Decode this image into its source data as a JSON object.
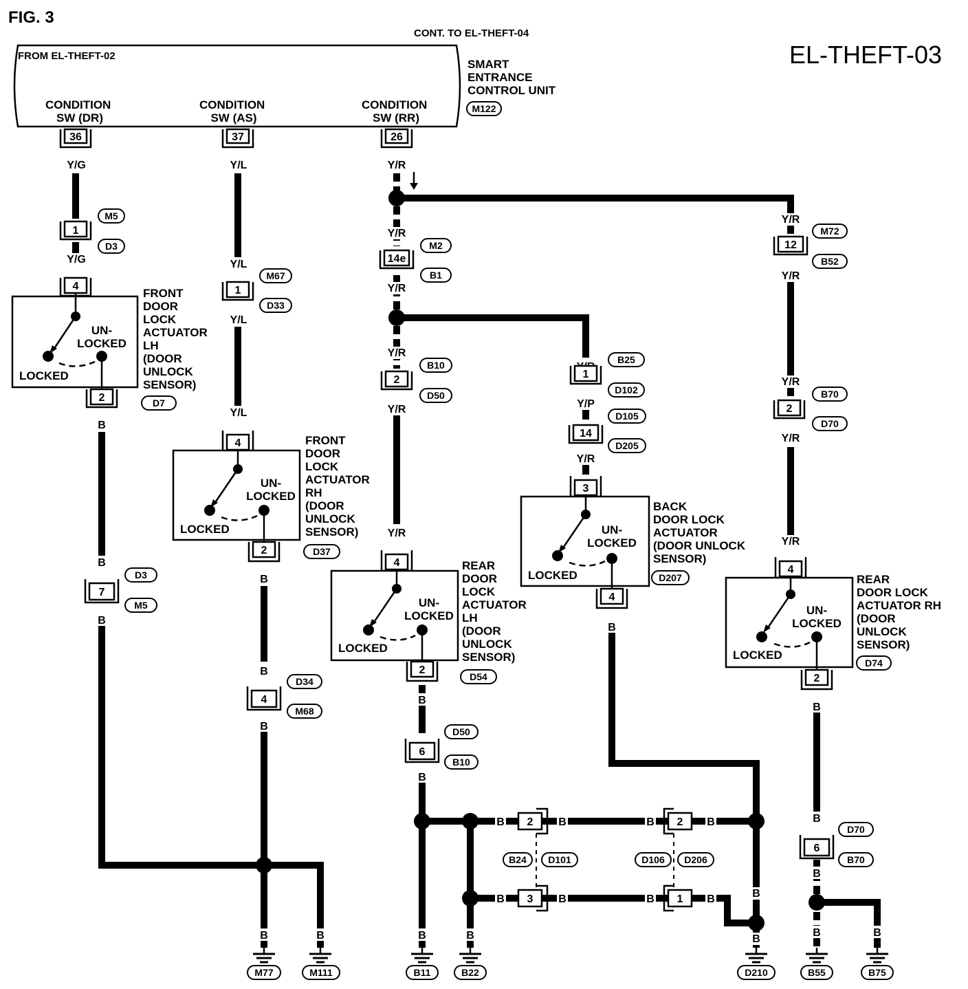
{
  "figure_label": "FIG. 3",
  "page_code": "EL-THEFT-03",
  "top_note": "CONT. TO EL-THEFT-04",
  "from_note": "FROM EL-THEFT-02",
  "unit": {
    "name_lines": [
      "SMART",
      "ENTRANCE",
      "CONTROL UNIT"
    ],
    "code": "M122",
    "terminals": [
      {
        "pin": "36",
        "label_lines": [
          "CONDITION",
          "SW (DR)"
        ]
      },
      {
        "pin": "37",
        "label_lines": [
          "CONDITION",
          "SW (AS)"
        ]
      },
      {
        "pin": "26",
        "label_lines": [
          "CONDITION",
          "SW (RR)"
        ]
      }
    ]
  },
  "actuators": [
    {
      "name_lines": [
        "FRONT",
        "DOOR",
        "LOCK",
        "ACTUATOR",
        "LH",
        "(DOOR",
        "UNLOCK",
        "SENSOR)"
      ],
      "code": "D7",
      "top_pin": "4",
      "bottom_pin": "2",
      "locked": "LOCKED",
      "unlocked_lines": [
        "UN-",
        "LOCKED"
      ]
    },
    {
      "name_lines": [
        "FRONT",
        "DOOR",
        "LOCK",
        "ACTUATOR",
        "RH",
        "(DOOR",
        "UNLOCK",
        "SENSOR)"
      ],
      "code": "D37",
      "top_pin": "4",
      "bottom_pin": "2",
      "locked": "LOCKED",
      "unlocked_lines": [
        "UN-",
        "LOCKED"
      ]
    },
    {
      "name_lines": [
        "REAR",
        "DOOR",
        "LOCK",
        "ACTUATOR",
        "LH",
        "(DOOR",
        "UNLOCK",
        "SENSOR)"
      ],
      "code": "D54",
      "top_pin": "4",
      "bottom_pin": "2",
      "locked": "LOCKED",
      "unlocked_lines": [
        "UN-",
        "LOCKED"
      ]
    },
    {
      "name_lines": [
        "BACK",
        "DOOR LOCK",
        "ACTUATOR",
        "(DOOR UNLOCK",
        "SENSOR)"
      ],
      "code": "D207",
      "top_pin": "3",
      "bottom_pin": "4",
      "locked": "LOCKED",
      "unlocked_lines": [
        "UN-",
        "LOCKED"
      ]
    },
    {
      "name_lines": [
        "REAR",
        "DOOR LOCK",
        "ACTUATOR RH",
        "(DOOR",
        "UNLOCK",
        "SENSOR)"
      ],
      "code": "D74",
      "top_pin": "4",
      "bottom_pin": "2",
      "locked": "LOCKED",
      "unlocked_lines": [
        "UN-",
        "LOCKED"
      ]
    }
  ],
  "connectors": [
    {
      "pin": "1",
      "codes": [
        "M5",
        "D3"
      ]
    },
    {
      "pin": "1",
      "codes": [
        "M67",
        "D33"
      ]
    },
    {
      "pin": "14e",
      "codes": [
        "M2",
        "B1"
      ]
    },
    {
      "pin": "2",
      "codes": [
        "B10",
        "D50"
      ]
    },
    {
      "pin": "1",
      "codes": [
        "B25",
        "D102"
      ]
    },
    {
      "pin": "14",
      "codes": [
        "D105",
        "D205"
      ]
    },
    {
      "pin": "12",
      "codes": [
        "M72",
        "B52"
      ]
    },
    {
      "pin": "2",
      "codes": [
        "B70",
        "D70"
      ]
    },
    {
      "pin": "7",
      "codes": [
        "D3",
        "M5"
      ]
    },
    {
      "pin": "4",
      "codes": [
        "D34",
        "M68"
      ]
    },
    {
      "pin": "6",
      "codes": [
        "D50",
        "B10"
      ]
    },
    {
      "pin": "6",
      "codes": [
        "D70",
        "B70"
      ]
    },
    {
      "pin": "2",
      "codes": [
        "B24",
        "D101"
      ]
    },
    {
      "pin": "3",
      "codes": []
    },
    {
      "pin": "2",
      "codes": [
        "D106",
        "D206"
      ]
    },
    {
      "pin": "1",
      "codes": []
    }
  ],
  "wire_colors": {
    "yg": "Y/G",
    "yl": "Y/L",
    "yr": "Y/R",
    "yp": "Y/P",
    "b": "B"
  },
  "grounds": [
    "M77",
    "M111",
    "B11",
    "B22",
    "D210",
    "B55",
    "B75"
  ]
}
